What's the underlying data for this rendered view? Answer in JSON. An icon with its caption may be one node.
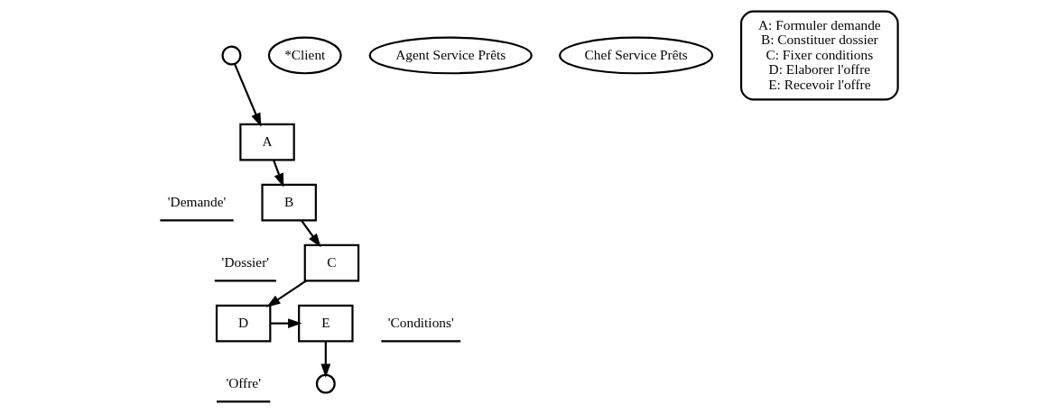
{
  "diagram": {
    "nodes": [
      {
        "text": [],
        "shape": "circle"
      },
      {
        "text": [
          "*Client"
        ]
      },
      {
        "text": [
          "Agent Service Prêts"
        ]
      },
      {
        "text": [
          "Chef Service Prêts"
        ]
      },
      {
        "text": [
          "A: Formuler demande",
          "B: Constituer dossier",
          "C: Fixer conditions",
          "D: Elaborer l'offre",
          "E: Recevoir l'offre"
        ]
      },
      {
        "text": [
          "A"
        ]
      },
      {
        "text": [
          "'Demande'"
        ]
      },
      {
        "text": [
          "B"
        ]
      },
      {
        "text": [
          "'Dossier'"
        ]
      },
      {
        "text": [
          "C"
        ]
      },
      {
        "text": [
          "E"
        ]
      },
      {
        "text": [
          "D"
        ]
      },
      {
        "text": [
          "'Conditions'"
        ]
      },
      {
        "text": [
          "'Offre'"
        ]
      },
      {
        "text": [],
        "shape": "circle"
      }
    ],
    "edges": [
      {
        "from": 0,
        "to": 5,
        "arrow": "to"
      },
      {
        "from": 5,
        "to": 7,
        "arrow": "to"
      },
      {
        "from": 7,
        "to": 9,
        "arrow": "to"
      },
      {
        "from": 9,
        "to": 11,
        "arrow": "to"
      },
      {
        "from": 11,
        "to": 10,
        "arrow": "to"
      },
      {
        "from": 10,
        "to": 14,
        "arrow": "to"
      }
    ]
  }
}
